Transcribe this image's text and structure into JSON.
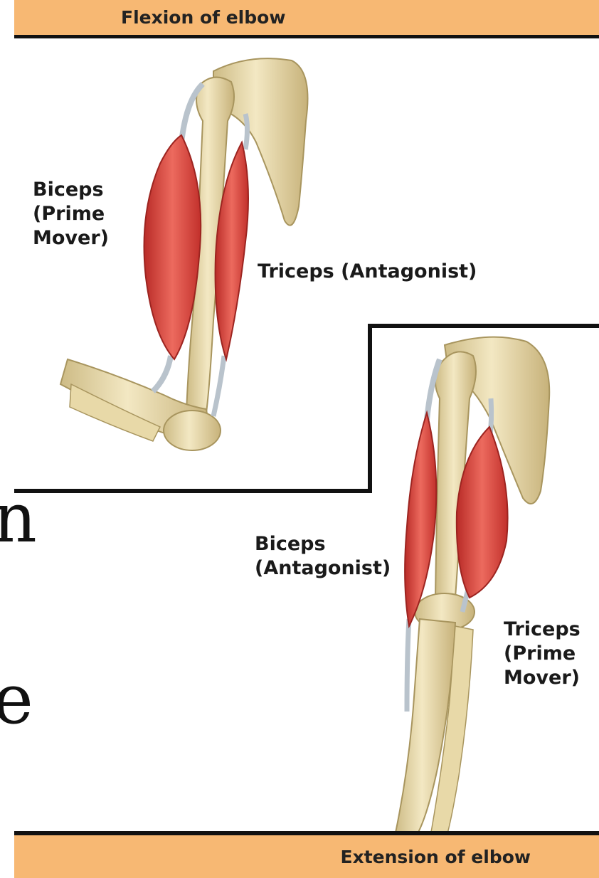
{
  "banners": {
    "top": "Flexion of elbow",
    "bottom": "Extension of elbow"
  },
  "labels": {
    "flexion_biceps": "Biceps\n(Prime\nMover)",
    "flexion_triceps": "Triceps (Antagonist)",
    "extension_biceps": "Biceps\n(Antagonist)",
    "extension_triceps": "Triceps\n(Prime\nMover)"
  },
  "side_text": {
    "line1": "n",
    "line2": "e"
  },
  "colors": {
    "banner": "#f7b873",
    "bone": "#e8d9a8",
    "muscle": "#e0443e",
    "tendon": "#b9c3cc"
  }
}
